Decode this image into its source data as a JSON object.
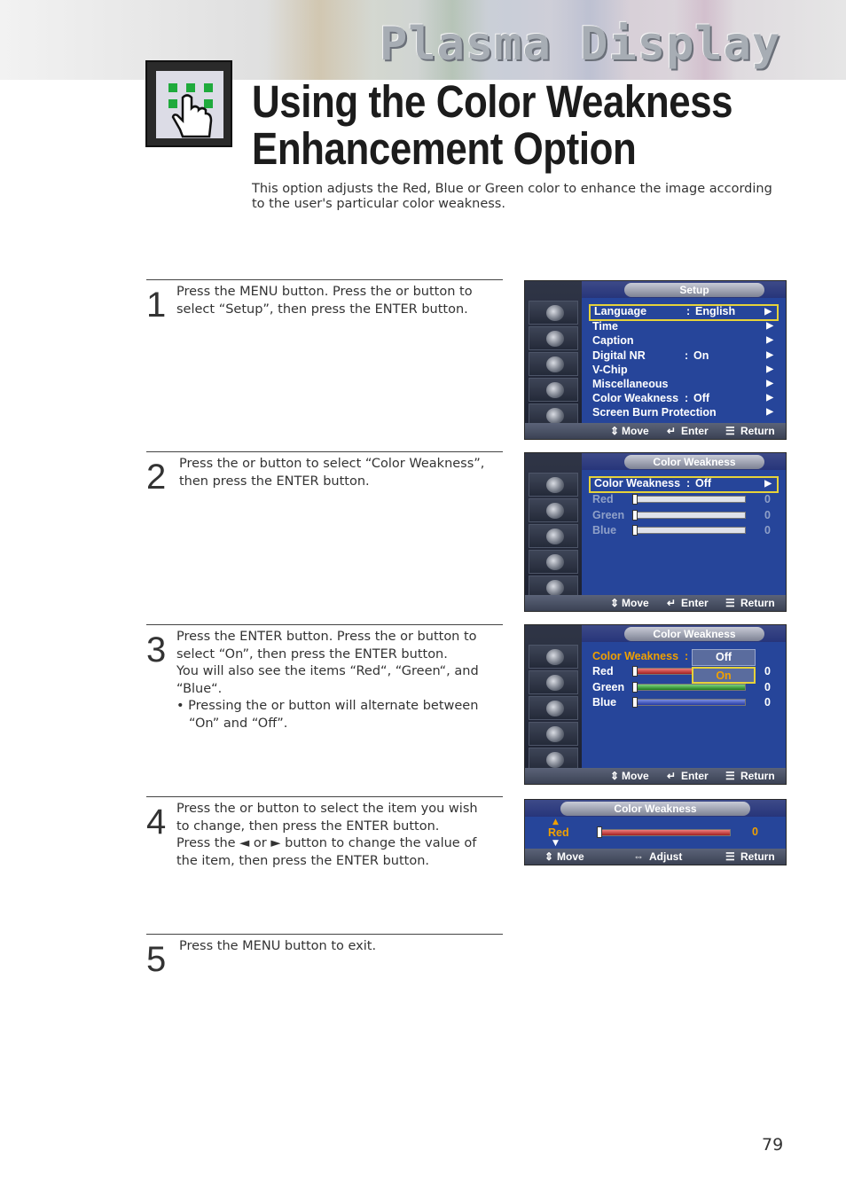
{
  "banner": {
    "title": "Plasma Display"
  },
  "header": {
    "title_line1": "Using the Color Weakness",
    "title_line2": "Enhancement Option",
    "intro": "This option adjusts the Red, Blue or Green color to enhance the image according to the user's particular color weakness."
  },
  "steps": [
    {
      "num": "1",
      "lines": [
        "Press the MENU button. Press the      or      button to",
        "select “Setup”, then press the ENTER button."
      ]
    },
    {
      "num": "2",
      "lines": [
        "Press the      or      button to select “Color Weakness”,",
        "then press the ENTER button."
      ]
    },
    {
      "num": "3",
      "lines": [
        "Press the ENTER button. Press the      or      button to",
        "select “On”, then press the ENTER button.",
        "You will also see the items “Red“, “Green“, and",
        "“Blue“.",
        "• Pressing the      or      button will alternate between",
        "“On” and “Off”."
      ]
    },
    {
      "num": "4",
      "lines": [
        "Press the      or      button to select the item you wish",
        "to change, then press the ENTER button.",
        "Press the ◄ or ► button to change the value of",
        "the item, then press the ENTER button."
      ]
    },
    {
      "num": "5",
      "lines": [
        "Press the MENU button to exit."
      ]
    }
  ],
  "osd1": {
    "title": "Setup",
    "items": [
      {
        "label": "Language",
        "colon": ":",
        "value": "English",
        "arrow": "▶"
      },
      {
        "label": "Time",
        "colon": "",
        "value": "",
        "arrow": "▶"
      },
      {
        "label": "Caption",
        "colon": "",
        "value": "",
        "arrow": "▶"
      },
      {
        "label": "Digital NR",
        "colon": ":",
        "value": "On",
        "arrow": "▶"
      },
      {
        "label": "V-Chip",
        "colon": "",
        "value": "",
        "arrow": "▶"
      },
      {
        "label": "Miscellaneous",
        "colon": "",
        "value": "",
        "arrow": "▶"
      },
      {
        "label": "Color Weakness",
        "colon": ":",
        "value": "Off",
        "arrow": "▶"
      },
      {
        "label": "Screen Burn Protection",
        "colon": "",
        "value": "",
        "arrow": "▶"
      }
    ],
    "footer": {
      "move": "Move",
      "enter": "Enter",
      "return": "Return"
    }
  },
  "osd2": {
    "title": "Color Weakness",
    "selected": {
      "label": "Color Weakness",
      "colon": ":",
      "value": "Off",
      "arrow": "▶"
    },
    "rows": [
      {
        "label": "Red",
        "value": "0"
      },
      {
        "label": "Green",
        "value": "0"
      },
      {
        "label": "Blue",
        "value": "0"
      }
    ],
    "footer": {
      "move": "Move",
      "enter": "Enter",
      "return": "Return"
    }
  },
  "osd3": {
    "title": "Color Weakness",
    "label": "Color Weakness",
    "colon": ":",
    "options": [
      "Off",
      "On"
    ],
    "rows": [
      {
        "label": "Red",
        "value": "0"
      },
      {
        "label": "Green",
        "value": "0"
      },
      {
        "label": "Blue",
        "value": "0"
      }
    ],
    "footer": {
      "move": "Move",
      "enter": "Enter",
      "return": "Return"
    }
  },
  "osd4": {
    "title": "Color Weakness",
    "label": "Red",
    "value": "0",
    "footer": {
      "move": "Move",
      "adjust": "Adjust",
      "return": "Return"
    }
  },
  "page_number": "79",
  "colors": {
    "accent_yellow": "#e6d23a",
    "osd_blue": "#26459a",
    "icon_green": "#1faa3c",
    "highlight_orange": "#f0a000"
  }
}
